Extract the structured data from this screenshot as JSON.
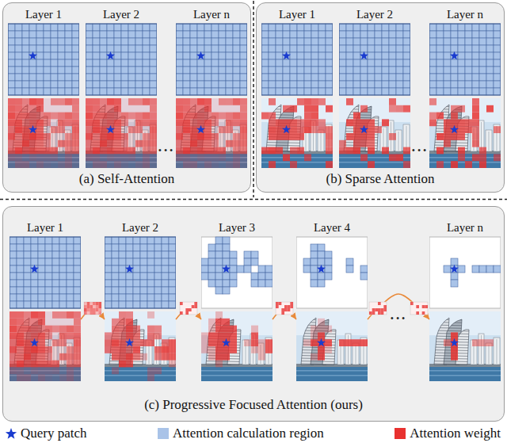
{
  "diagram": {
    "nodes": [
      {
        "text": [
          "(a) Self-Attention"
        ]
      },
      {
        "text": [
          "Layer 1"
        ],
        "in": 0
      },
      {
        "text": [
          "Layer 2"
        ],
        "in": 0
      },
      {
        "text": [
          "Layer n"
        ],
        "in": 0
      },
      {
        "text": [
          "(b) Sparse Attention"
        ]
      },
      {
        "text": [
          "Layer 1"
        ],
        "in": 4
      },
      {
        "text": [
          "Layer 2"
        ],
        "in": 4
      },
      {
        "text": [
          "Layer n"
        ],
        "in": 4
      },
      {
        "text": [
          "(c) Progressive Focused Attention (ours)"
        ]
      },
      {
        "text": [
          "Layer 1"
        ],
        "in": 8
      },
      {
        "text": [
          "Layer 2"
        ],
        "in": 8
      },
      {
        "text": [
          "Layer 3"
        ],
        "in": 8
      },
      {
        "text": [
          "Layer 4"
        ],
        "in": 8
      },
      {
        "text": [
          "Layer n"
        ],
        "in": 8
      }
    ],
    "edges": [
      {
        "from": 9,
        "to": 10,
        "arrow": "to"
      },
      {
        "from": 10,
        "to": 11,
        "arrow": "to"
      },
      {
        "from": 11,
        "to": 12,
        "arrow": "to"
      },
      {
        "from": 12,
        "to": 13,
        "arrow": "to"
      }
    ],
    "labels": [
      "• • •",
      "• • •",
      "• • •"
    ],
    "legend": [
      {
        "text": "Query patch"
      },
      {
        "text": "Attention calculation region",
        "color": "#a9c3e8"
      },
      {
        "text": "Attention weight",
        "color": "#e8312f"
      }
    ]
  }
}
